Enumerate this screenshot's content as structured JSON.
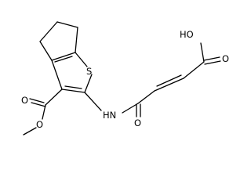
{
  "molecule": {
    "atom_labels": {
      "sulfur": "S",
      "amide_nh": "HN",
      "amide_o": "O",
      "acid_oh": "HO",
      "acid_o": "O",
      "ester_o_carbonyl": "O",
      "ester_o_methoxy": "O"
    }
  },
  "colors": {
    "bond": "#000000",
    "label": "#000000",
    "background": "#ffffff"
  }
}
